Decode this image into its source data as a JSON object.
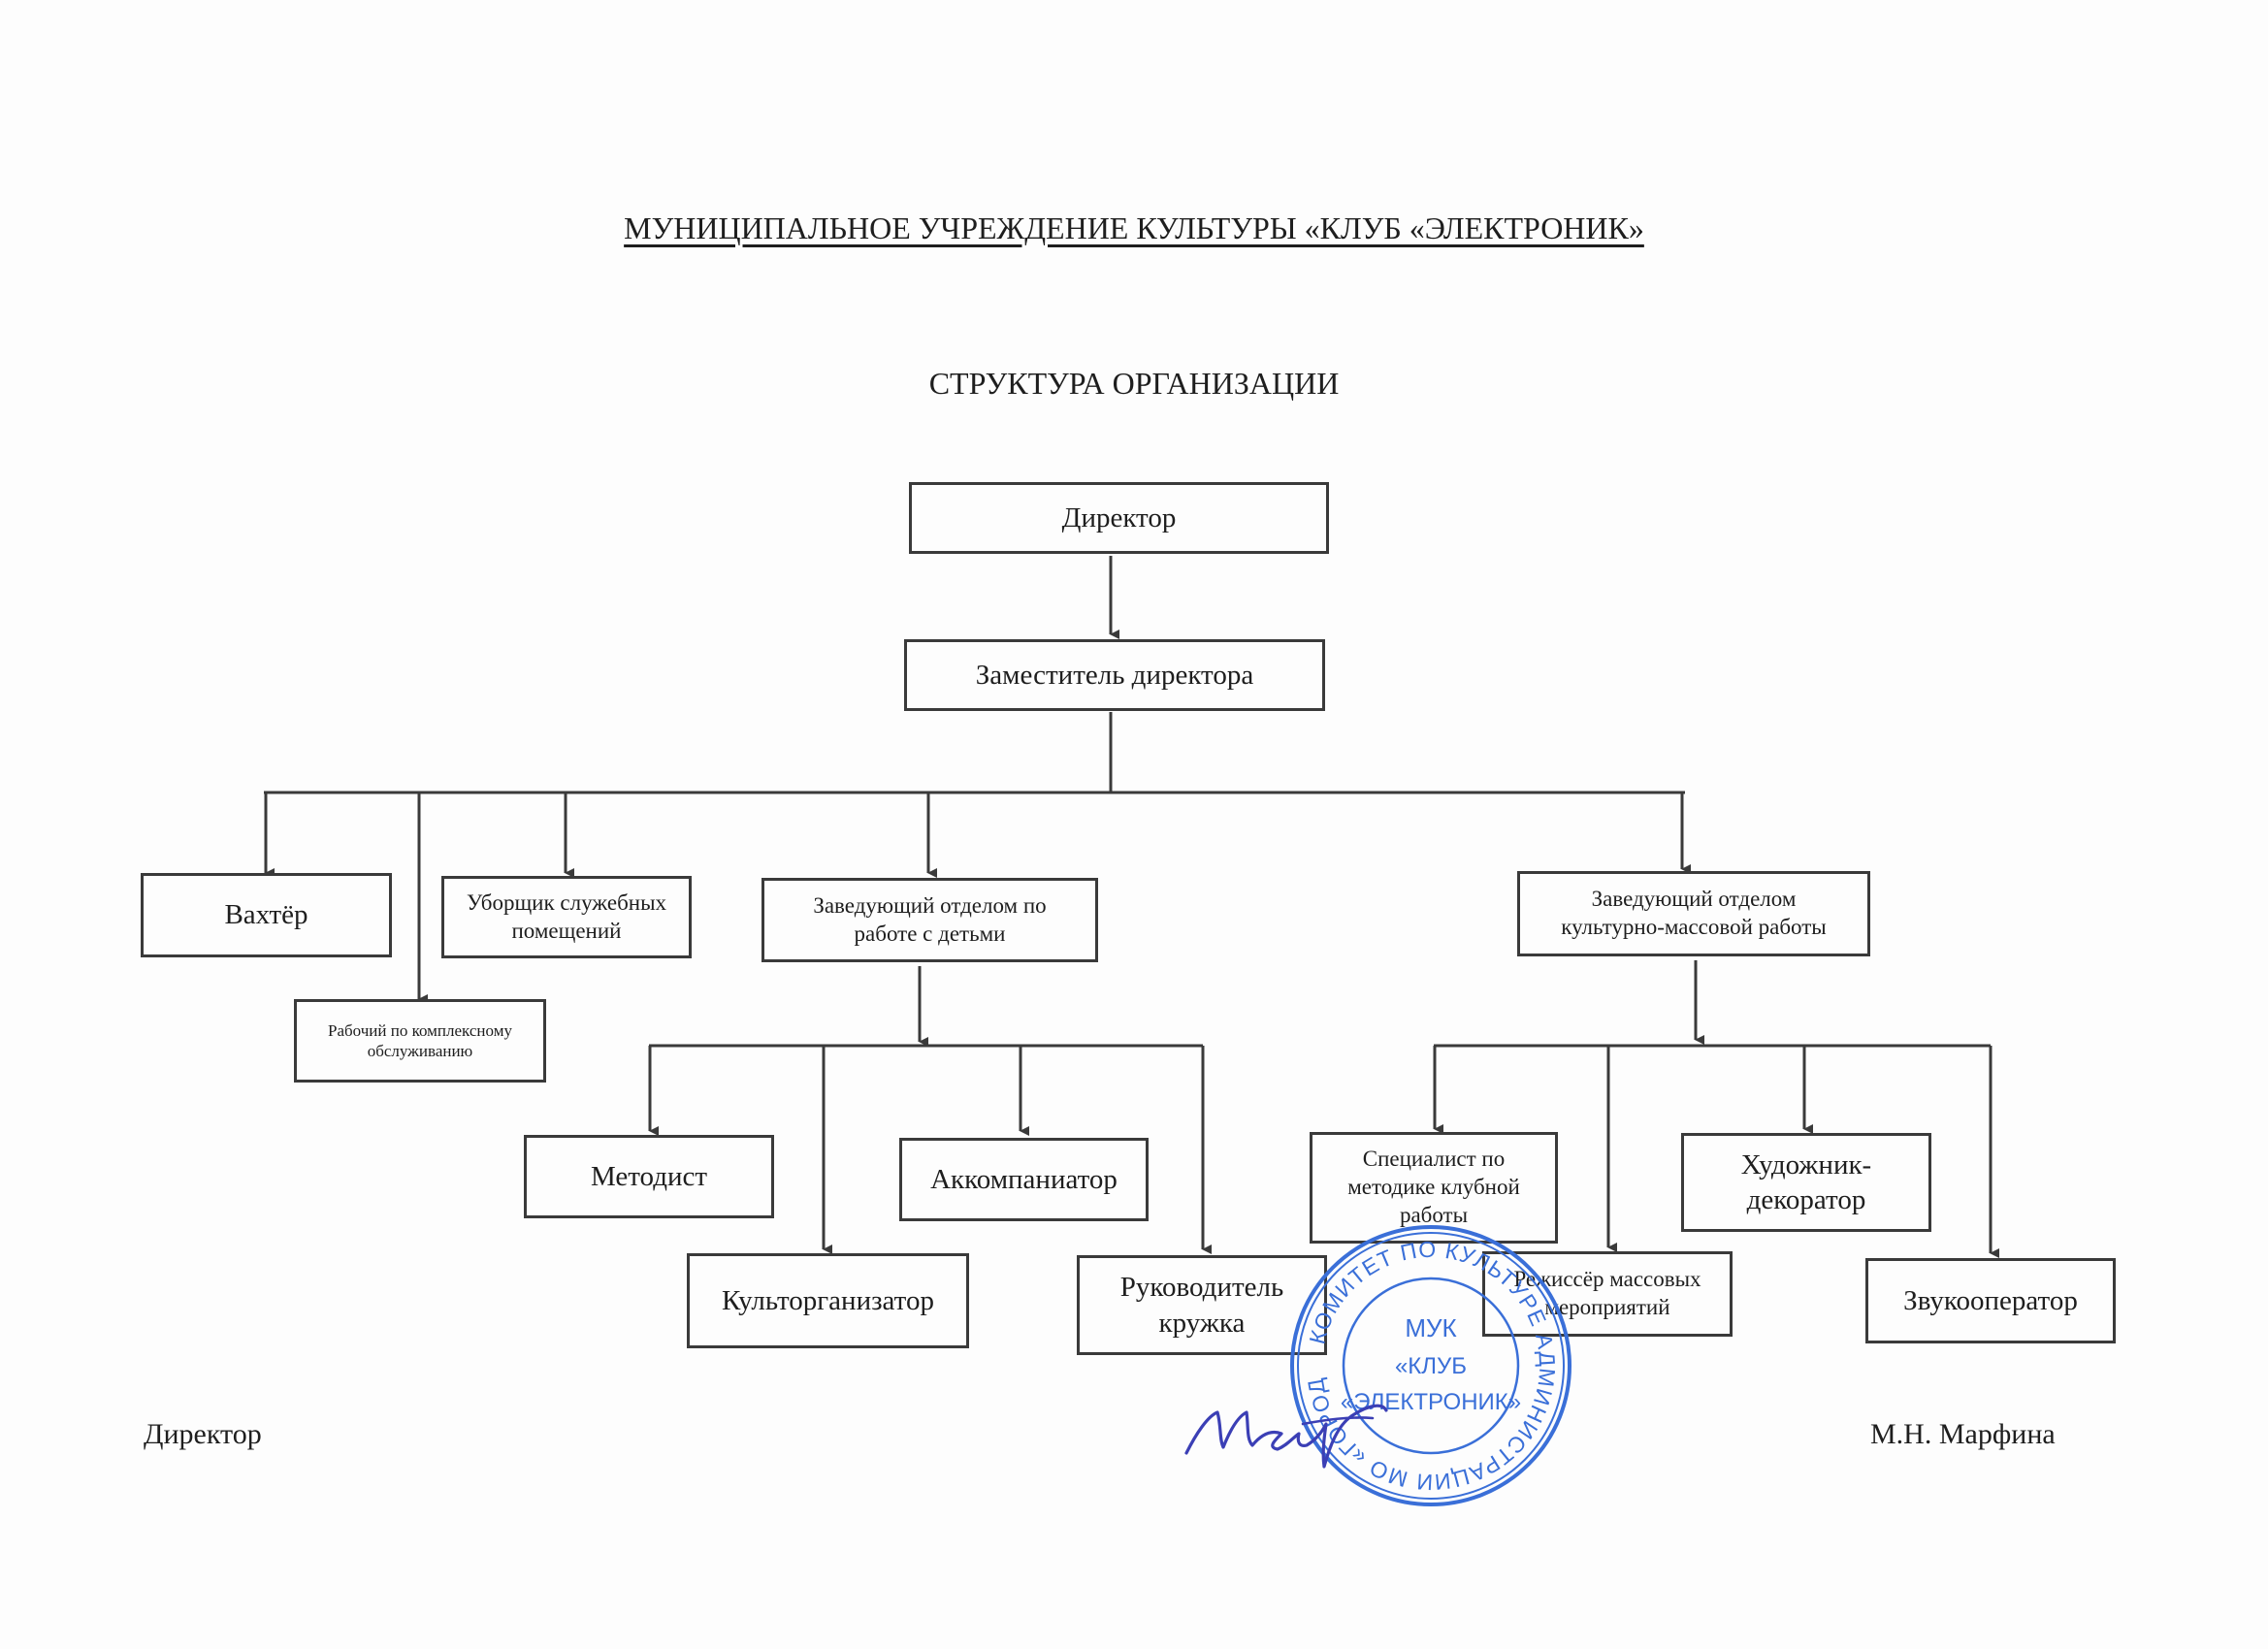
{
  "document": {
    "title": "МУНИЦИПАЛЬНОЕ УЧРЕЖДЕНИЕ КУЛЬТУРЫ «КЛУБ «ЭЛЕКТРОНИК»",
    "subtitle": "СТРУКТУРА ОРГАНИЗАЦИИ"
  },
  "org_chart": {
    "director": "Директор",
    "deputy": "Заместитель директора",
    "watchman": "Вахтёр",
    "maintenance_worker": "Рабочий по комплексному обслуживанию",
    "office_cleaner": "Уборщик служебных помещений",
    "head_children": "Заведующий отделом по работе с детьми",
    "head_cultural": "Заведующий отделом культурно-массовой работы",
    "methodist": "Методист",
    "accompanist": "Аккомпаниатор",
    "cultural_organizer": "Культорганизатор",
    "club_leader": "Руководитель кружка",
    "club_methods_specialist": "Специалист по методике клубной работы",
    "artist_decorator": "Художник-декоратор",
    "events_director": "Режиссёр массовых мероприятий",
    "sound_operator": "Звукооператор"
  },
  "signature_block": {
    "role": "Директор",
    "name": "М.Н. Марфина"
  },
  "stamp": {
    "ring_text": "КОМИТЕТ ПО КУЛЬТУРЕ АДМИНИСТРАЦИИ МО «ГОРОД САРАТОВ»",
    "center_line_1": "МУК",
    "center_line_2": "«КЛУБ",
    "center_line_3": "«ЭЛЕКТРОНИК»",
    "color": "#3a6fd8"
  },
  "colors": {
    "ink": "#1e1e1e",
    "lines": "#3a3a3a",
    "signature_ink": "#3b3fb5"
  }
}
